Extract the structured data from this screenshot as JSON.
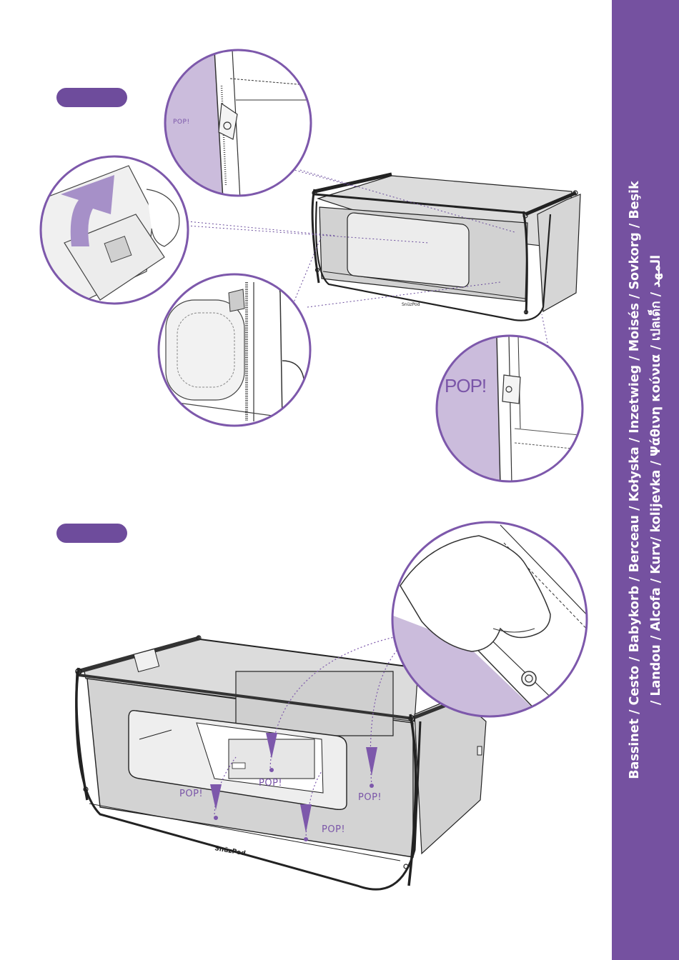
{
  "sidebar": {
    "line1": "Bassinet / Cesto / Babykorb / Berceau / Kołyska / Inzetwieg / Moisés / Sovkorg / Beşik",
    "line2": "/ Landou / Alcofa / Kurv/ kolijevka / Ψάθινη κούνια / เปลเด็ก / المهد"
  },
  "brand": "SnüzPod",
  "callouts": {
    "pop_small": "POP!",
    "pop_large": "POP!",
    "pop_1": "POP!",
    "pop_2": "POP!",
    "pop_3": "POP!",
    "pop_4": "POP!"
  },
  "colors": {
    "accent": "#7551a0",
    "mesh": "#d4d4d4",
    "lilac": "#cbbcdc"
  }
}
